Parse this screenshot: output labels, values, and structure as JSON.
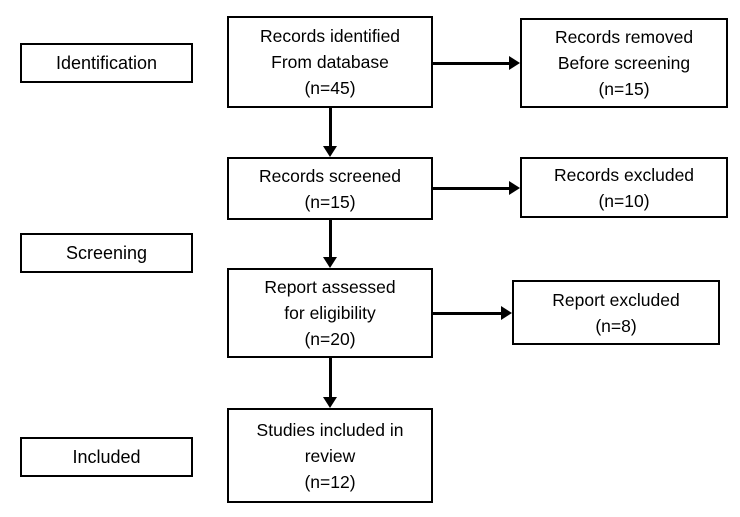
{
  "flow": {
    "stage_labels": [
      {
        "label": "Identification"
      },
      {
        "label": "Screening"
      },
      {
        "label": "Included"
      }
    ],
    "main_boxes": [
      {
        "lines": [
          "Records identified",
          "From database",
          "(n=45)"
        ]
      },
      {
        "lines": [
          "Records screened",
          "(n=15)"
        ]
      },
      {
        "lines": [
          "Report assessed",
          "for eligibility",
          "(n=20)"
        ]
      },
      {
        "lines": [
          "Studies included in",
          "review",
          "(n=12)"
        ]
      }
    ],
    "side_boxes": [
      {
        "lines": [
          "Records removed",
          "Before screening",
          "(n=15)"
        ]
      },
      {
        "lines": [
          "Records excluded",
          "(n=10)"
        ]
      },
      {
        "lines": [
          "Report excluded",
          "(n=8)"
        ]
      }
    ],
    "colors": {
      "border": "#000000",
      "background": "#ffffff",
      "text": "#000000"
    }
  }
}
